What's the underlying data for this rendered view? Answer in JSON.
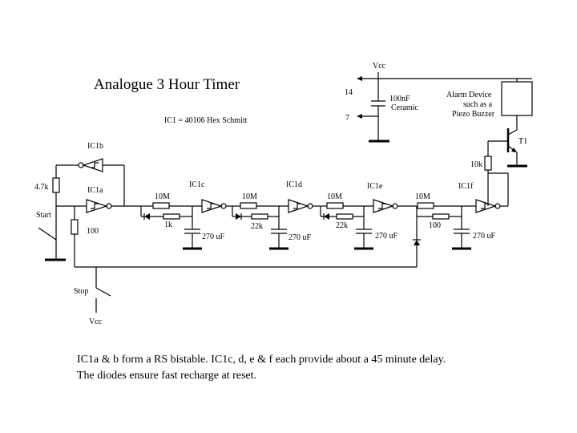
{
  "title": "Analogue 3 Hour Timer",
  "ic_note": "IC1 = 40106 Hex Schmitt",
  "supply": {
    "vcc_top": "Vcc",
    "pin14": "14",
    "pin7": "7",
    "cap_value": "100nF",
    "cap_type": "Ceramic",
    "vcc_bottom": "Vcc"
  },
  "alarm": {
    "line1": "Alarm Device",
    "line2": "such as a",
    "line3": "Piezo Buzzer"
  },
  "transistor": "T1",
  "gates": {
    "ic1a": "IC1a",
    "ic1b": "IC1b",
    "ic1c": "IC1c",
    "ic1d": "IC1d",
    "ic1e": "IC1e",
    "ic1f": "IC1f"
  },
  "resistors": {
    "r_pullup": "4.7k",
    "r_start": "100",
    "r_base": "10k",
    "r_10m_1": "10M",
    "r_10m_2": "10M",
    "r_10m_3": "10M",
    "r_10m_4": "10M",
    "r_1k": "1k",
    "r_22k_1": "22k",
    "r_22k_2": "22k",
    "r_100": "100"
  },
  "capacitors": {
    "c1": "270 uF",
    "c2": "270 uF",
    "c3": "270 uF",
    "c4": "270 uF"
  },
  "switches": {
    "start": "Start",
    "stop": "Stop"
  },
  "caption": {
    "line1": "IC1a & b form a RS bistable.  IC1c, d, e & f each provide about a 45 minute delay.",
    "line2": "The diodes ensure fast recharge at reset."
  }
}
